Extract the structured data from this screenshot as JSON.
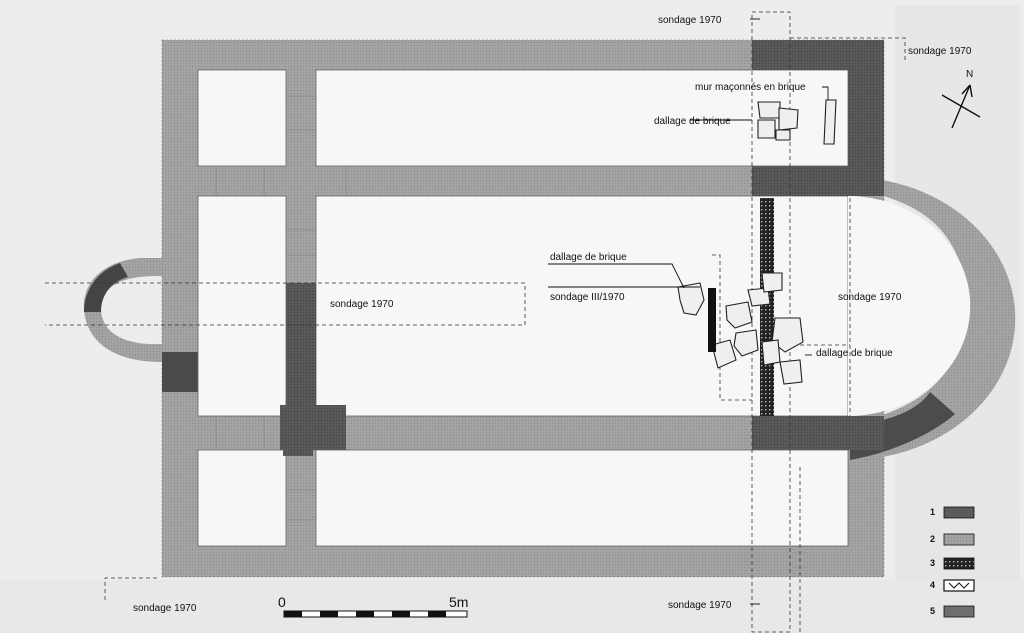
{
  "labels": {
    "sondage_top": "sondage 1970",
    "sondage_top_right": "sondage 1970",
    "mur_maconne": "mur maçonnés en brique",
    "dallage_top": "dallage de brique",
    "dallage_left": "dallage de brique",
    "sondage_iii": "sondage III/1970",
    "sondage_mid_left": "sondage 1970",
    "sondage_mid_right": "sondage 1970",
    "dallage_right": "dallage de brique",
    "sondage_bottom_left": "sondage 1970",
    "sondage_bottom_mid": "sondage 1970",
    "north": "N"
  },
  "scale": {
    "start": "0",
    "end": "5m"
  },
  "legend": [
    {
      "key": "1",
      "swatch": "dark-grey"
    },
    {
      "key": "2",
      "swatch": "light-grey"
    },
    {
      "key": "3",
      "swatch": "black-hatched"
    },
    {
      "key": "4",
      "swatch": "outline-pattern"
    },
    {
      "key": "5",
      "swatch": "medium-grey"
    }
  ],
  "colors": {
    "paper": "#ededed",
    "wall_light": "#a7a7a7",
    "wall_dark": "#5a5a5a",
    "wall_medium": "#6e6e6e",
    "room_fill": "#f6f6f6"
  }
}
